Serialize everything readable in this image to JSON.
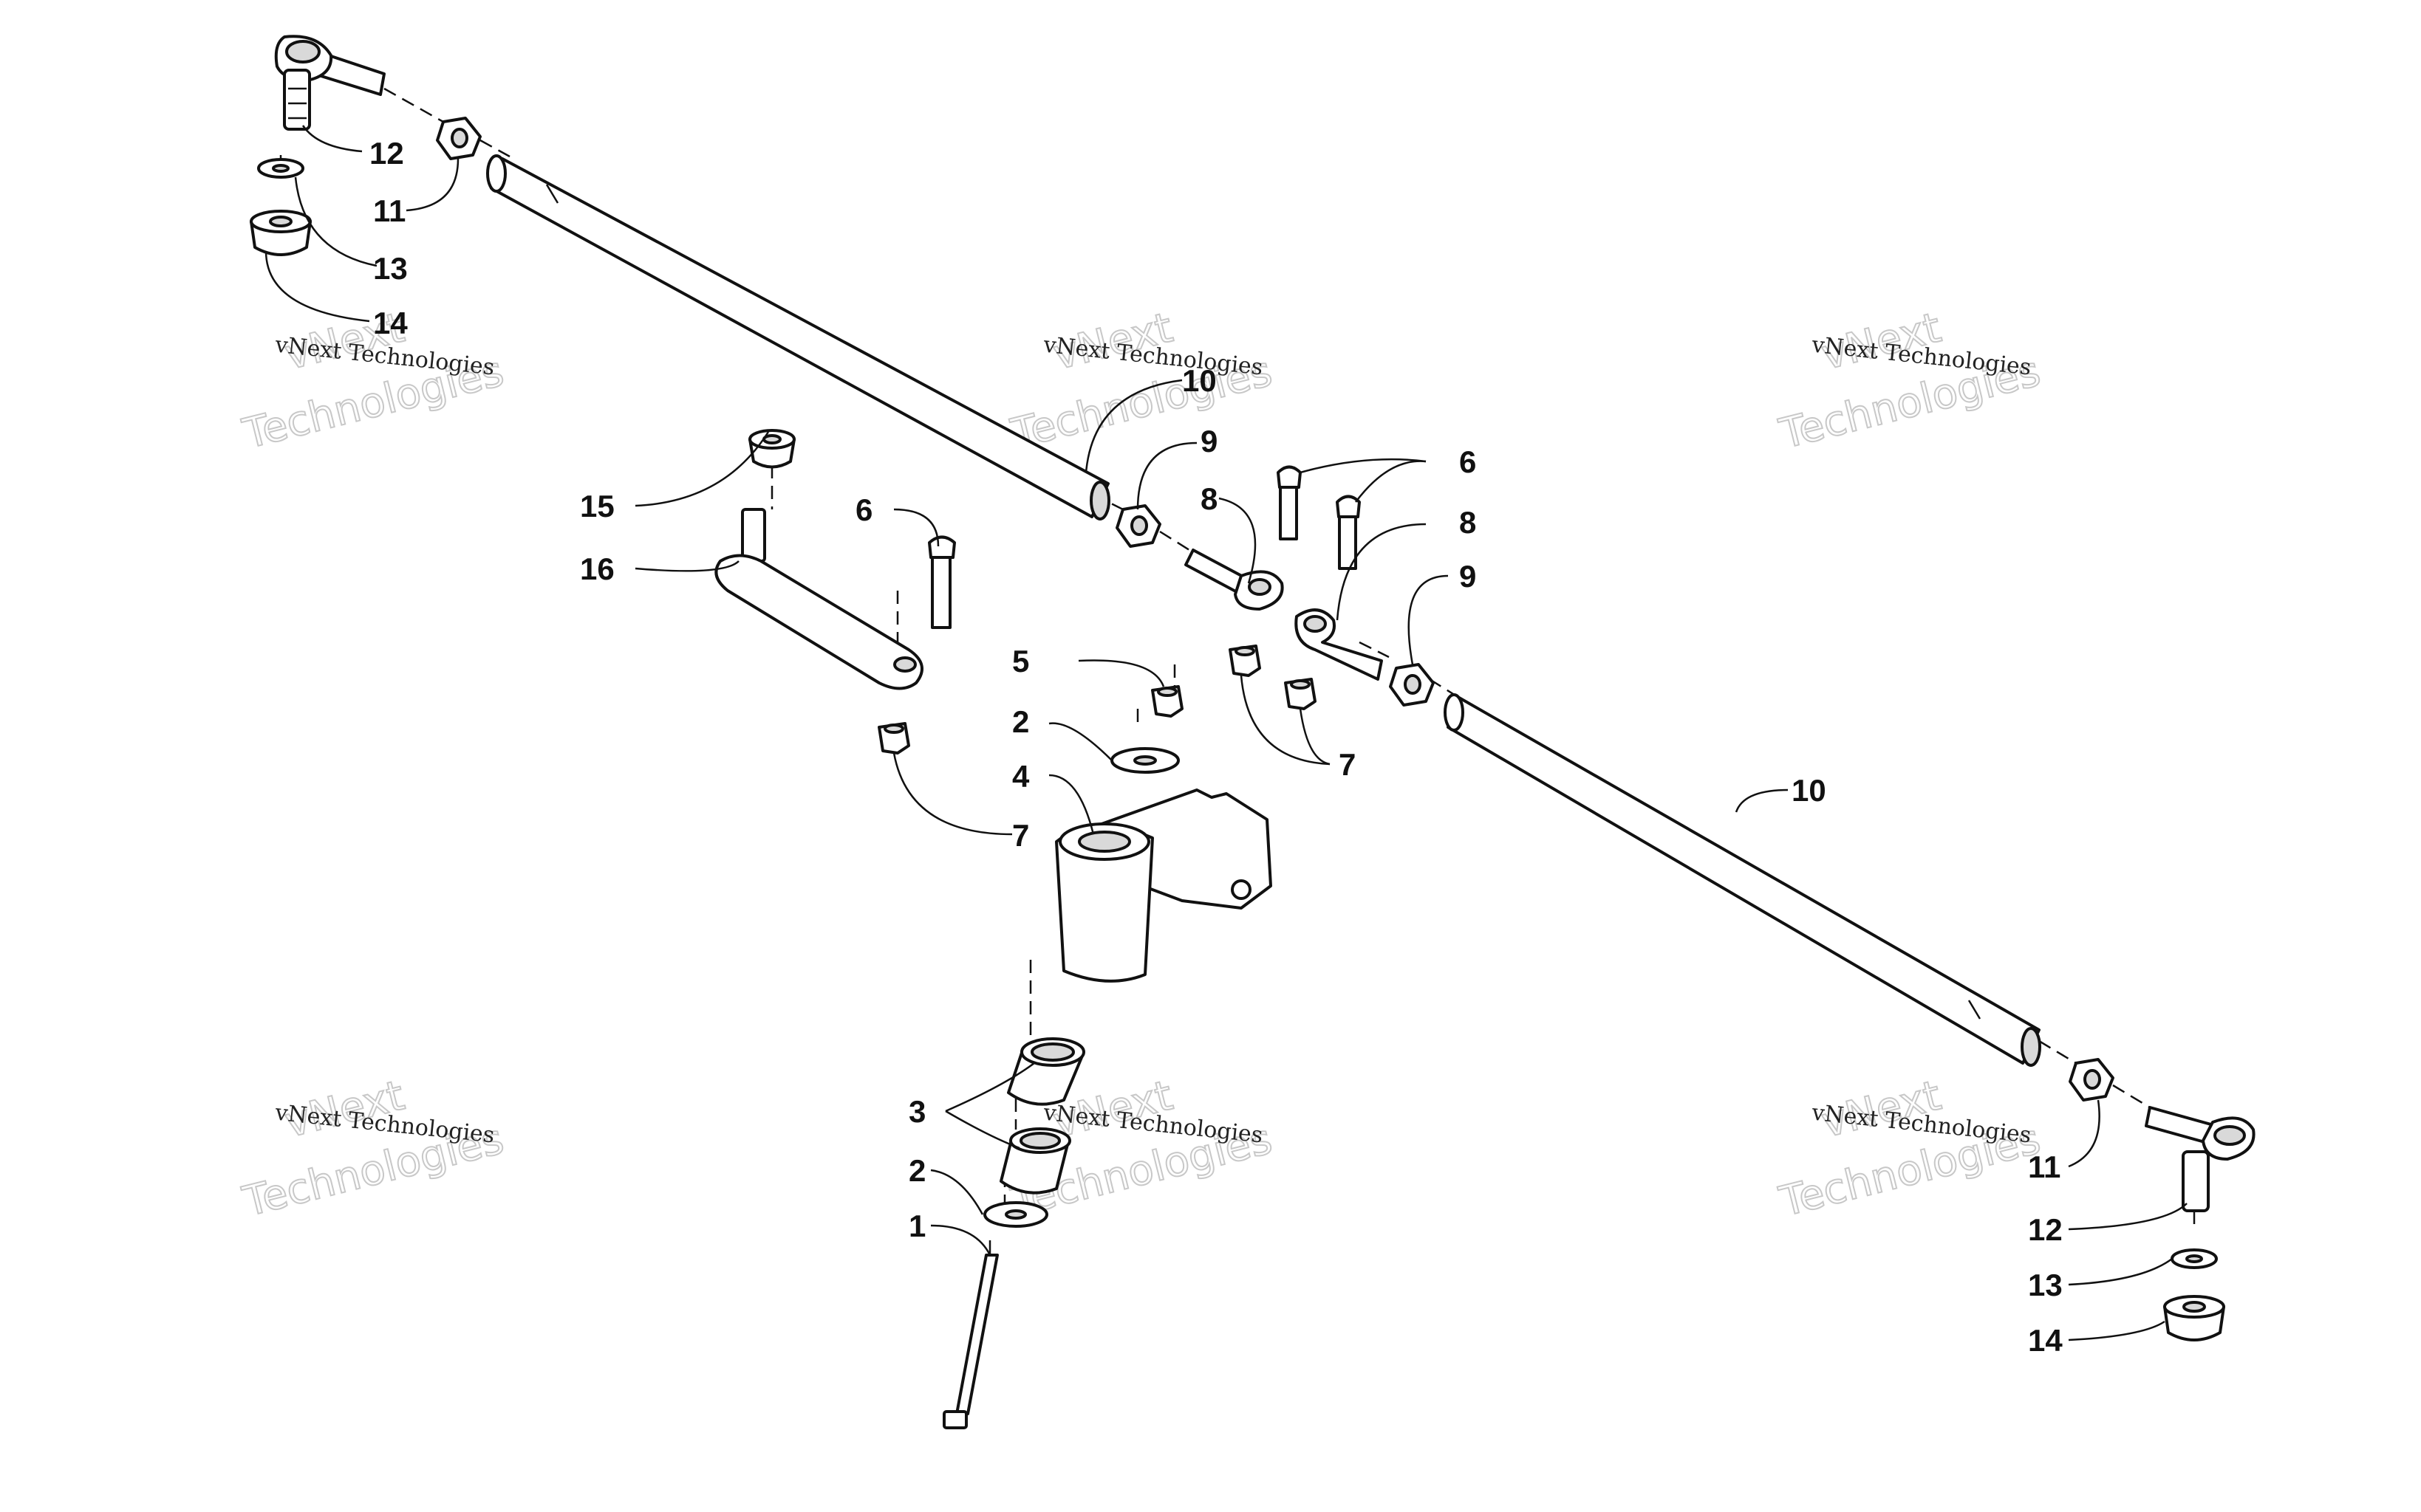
{
  "watermark": {
    "small_text": "vNext Technologies",
    "big_line1": "vNext",
    "big_line2": "Technologies"
  },
  "callouts": [
    {
      "id": "c12a",
      "label": "12"
    },
    {
      "id": "c11a",
      "label": "11"
    },
    {
      "id": "c13a",
      "label": "13"
    },
    {
      "id": "c14a",
      "label": "14"
    },
    {
      "id": "c10a",
      "label": "10"
    },
    {
      "id": "c9a",
      "label": "9"
    },
    {
      "id": "c6a",
      "label": "6"
    },
    {
      "id": "c8a",
      "label": "8"
    },
    {
      "id": "c8b",
      "label": "8"
    },
    {
      "id": "c9b",
      "label": "9"
    },
    {
      "id": "c7a",
      "label": "7"
    },
    {
      "id": "c15",
      "label": "15"
    },
    {
      "id": "c16",
      "label": "16"
    },
    {
      "id": "c6b",
      "label": "6"
    },
    {
      "id": "c5",
      "label": "5"
    },
    {
      "id": "c2a",
      "label": "2"
    },
    {
      "id": "c4",
      "label": "4"
    },
    {
      "id": "c7b",
      "label": "7"
    },
    {
      "id": "c10b",
      "label": "10"
    },
    {
      "id": "c3",
      "label": "3"
    },
    {
      "id": "c2b",
      "label": "2"
    },
    {
      "id": "c1",
      "label": "1"
    },
    {
      "id": "c11b",
      "label": "11"
    },
    {
      "id": "c12b",
      "label": "12"
    },
    {
      "id": "c13b",
      "label": "13"
    },
    {
      "id": "c14b",
      "label": "14"
    }
  ]
}
